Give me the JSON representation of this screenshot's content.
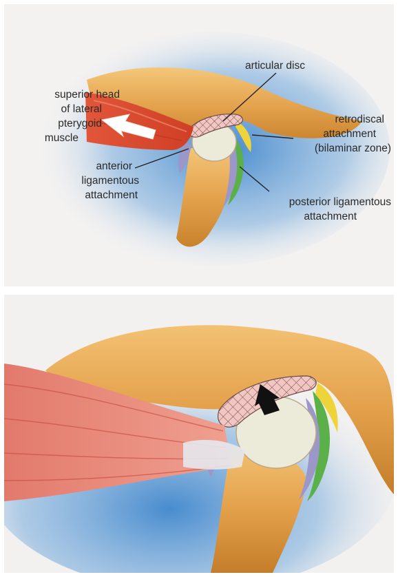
{
  "labels": {
    "articular_disc": "articular disc",
    "superior_head": [
      "superior head",
      "of lateral",
      "pterygoid",
      "muscle"
    ],
    "retrodiscal": [
      "retrodiscal",
      "attachment",
      "(bilaminar zone)"
    ],
    "anterior_lig": [
      "anterior",
      "ligamentous",
      "attachment"
    ],
    "posterior_lig": [
      "posterior ligamentous",
      "attachment"
    ]
  },
  "colors": {
    "bone": "#e6ad55",
    "bone_dark": "#c9822c",
    "muscle": "#d94a2e",
    "muscle_light": "#ec8d7c",
    "disc": "#f2c6c2",
    "condyle": "#ecebd9",
    "retrodiscal_yellow": "#eed43a",
    "posterior_green": "#5bb04a",
    "ligament_purple": "#9b98c9",
    "background_blue": "#4f8fcf",
    "arrow_white": "#ffffff",
    "arrow_black": "#111111"
  }
}
